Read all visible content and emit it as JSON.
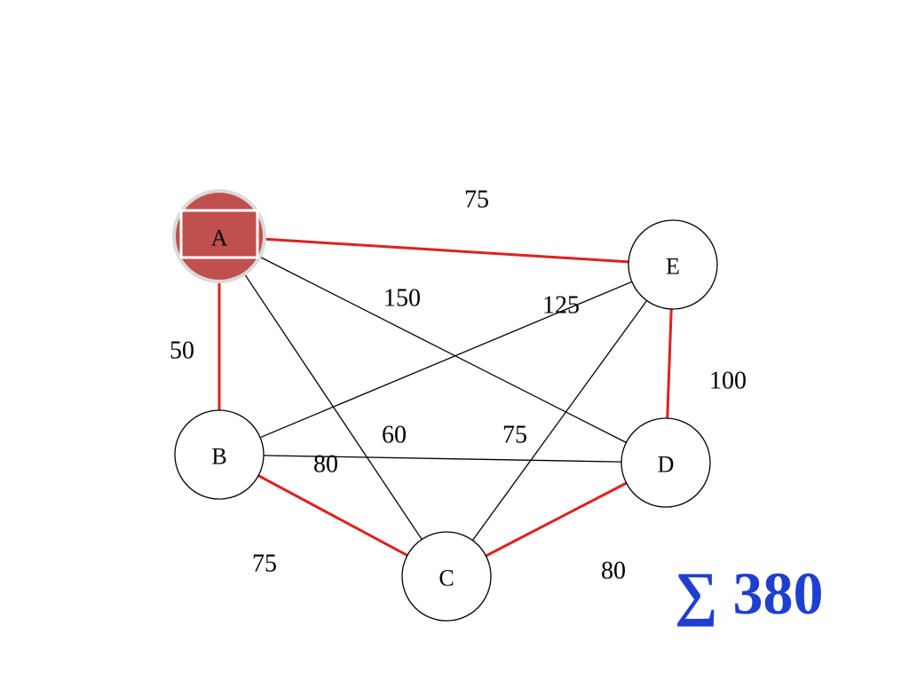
{
  "graph": {
    "nodes": [
      {
        "id": "A",
        "label": "A",
        "highlighted": true
      },
      {
        "id": "B",
        "label": "B",
        "highlighted": false
      },
      {
        "id": "C",
        "label": "C",
        "highlighted": false
      },
      {
        "id": "D",
        "label": "D",
        "highlighted": false
      },
      {
        "id": "E",
        "label": "E",
        "highlighted": false
      }
    ],
    "edges": [
      {
        "from": "A",
        "to": "E",
        "weight": "75",
        "in_tour": true
      },
      {
        "from": "A",
        "to": "B",
        "weight": "50",
        "in_tour": true
      },
      {
        "from": "A",
        "to": "D",
        "weight": "150",
        "in_tour": false
      },
      {
        "from": "A",
        "to": "C",
        "weight": "60",
        "in_tour": false
      },
      {
        "from": "B",
        "to": "E",
        "weight": "125",
        "in_tour": false
      },
      {
        "from": "B",
        "to": "D",
        "weight": "80",
        "in_tour": false
      },
      {
        "from": "B",
        "to": "C",
        "weight": "75",
        "in_tour": true
      },
      {
        "from": "C",
        "to": "E",
        "weight": "75",
        "in_tour": false
      },
      {
        "from": "C",
        "to": "D",
        "weight": "80",
        "in_tour": true
      },
      {
        "from": "E",
        "to": "D",
        "weight": "100",
        "in_tour": true
      }
    ]
  },
  "total": {
    "symbol": "∑",
    "value": "380"
  },
  "colors": {
    "tour_edge": "#e02020",
    "edge": "#000000",
    "highlight_fill": "#c0504d",
    "total_text": "#1f3fd0"
  }
}
